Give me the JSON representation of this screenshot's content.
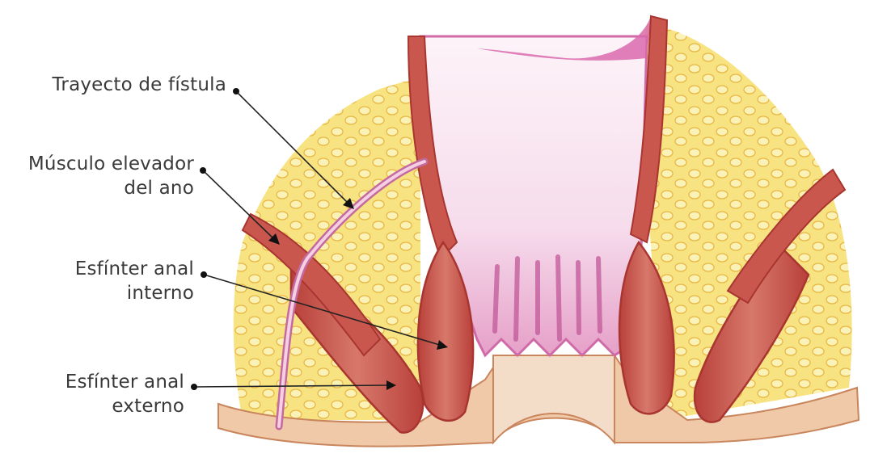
{
  "labels": {
    "fistula_tract": [
      "Trayecto de fístula"
    ],
    "levator_ani": [
      "Músculo elevador",
      "del ano"
    ],
    "internal_sphincter": [
      "Esfínter anal",
      "interno"
    ],
    "external_sphincter": [
      "Esfínter anal",
      "externo"
    ]
  },
  "colors": {
    "fat": "#f7e27a",
    "fat_light": "#fbf1b4",
    "muscle": "#c9584e",
    "muscle_dark": "#a8352f",
    "mucosa": "#d977b4",
    "mucosa_light": "#f3d7ea",
    "skin": "#f0d2bd",
    "fistula": "#e8a9c8",
    "leader_line": "#222222"
  }
}
